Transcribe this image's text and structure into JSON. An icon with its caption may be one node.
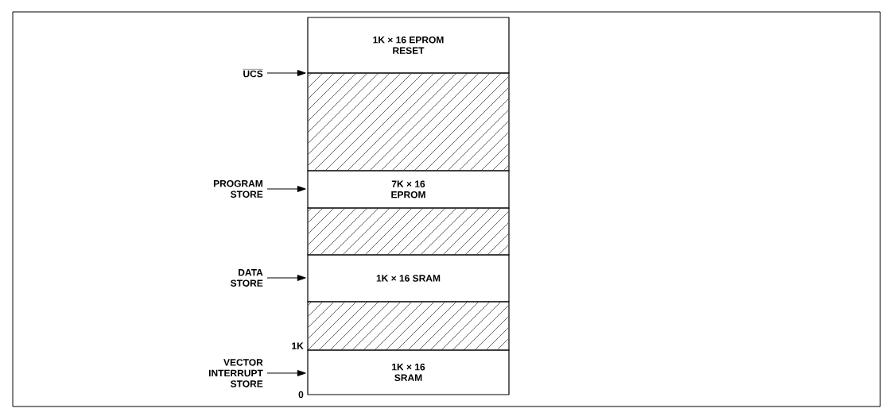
{
  "diagram": {
    "nodes": [
      {
        "text": [
          "1K × 16 EPROM RESET"
        ]
      },
      {
        "text": [],
        "shape": "box"
      },
      {
        "text": [
          "7K × 16 EPROM"
        ]
      },
      {
        "text": [],
        "shape": "box"
      },
      {
        "text": [
          "1K × 16 SRAM"
        ]
      },
      {
        "text": [],
        "shape": "box"
      },
      {
        "text": [
          "1K × 16 SRAM"
        ]
      },
      {
        "text": [
          "UCS"
        ]
      },
      {
        "text": [
          "PROGRAM STORE"
        ]
      },
      {
        "text": [
          "DATA STORE"
        ]
      },
      {
        "text": [
          "VECTOR INTERRUPT STORE"
        ]
      }
    ],
    "edges": [
      {
        "from": 7,
        "to": 1,
        "arrow": "to"
      },
      {
        "from": 8,
        "to": 2,
        "arrow": "to"
      },
      {
        "from": 9,
        "to": 4,
        "arrow": "to"
      },
      {
        "from": 10,
        "to": 6,
        "arrow": "to"
      }
    ],
    "labels": [
      "1K",
      "0"
    ]
  }
}
